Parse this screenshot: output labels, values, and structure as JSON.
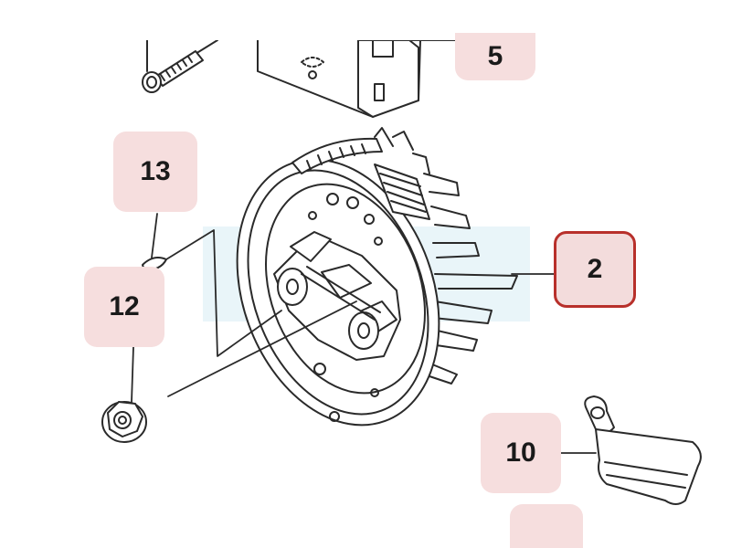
{
  "parts": [
    {
      "id": "part-5",
      "number": "5",
      "selected": false
    },
    {
      "id": "part-13",
      "number": "13",
      "selected": false
    },
    {
      "id": "part-12",
      "number": "12",
      "selected": false
    },
    {
      "id": "part-2",
      "number": "2",
      "selected": true
    },
    {
      "id": "part-10",
      "number": "10",
      "selected": false
    },
    {
      "id": "part-partial",
      "number": "",
      "selected": false
    }
  ],
  "colors": {
    "label_bg": "#f6dede",
    "selected_border": "#b8302b",
    "line": "#2a2a2a",
    "watermark": "#dff0f6"
  }
}
